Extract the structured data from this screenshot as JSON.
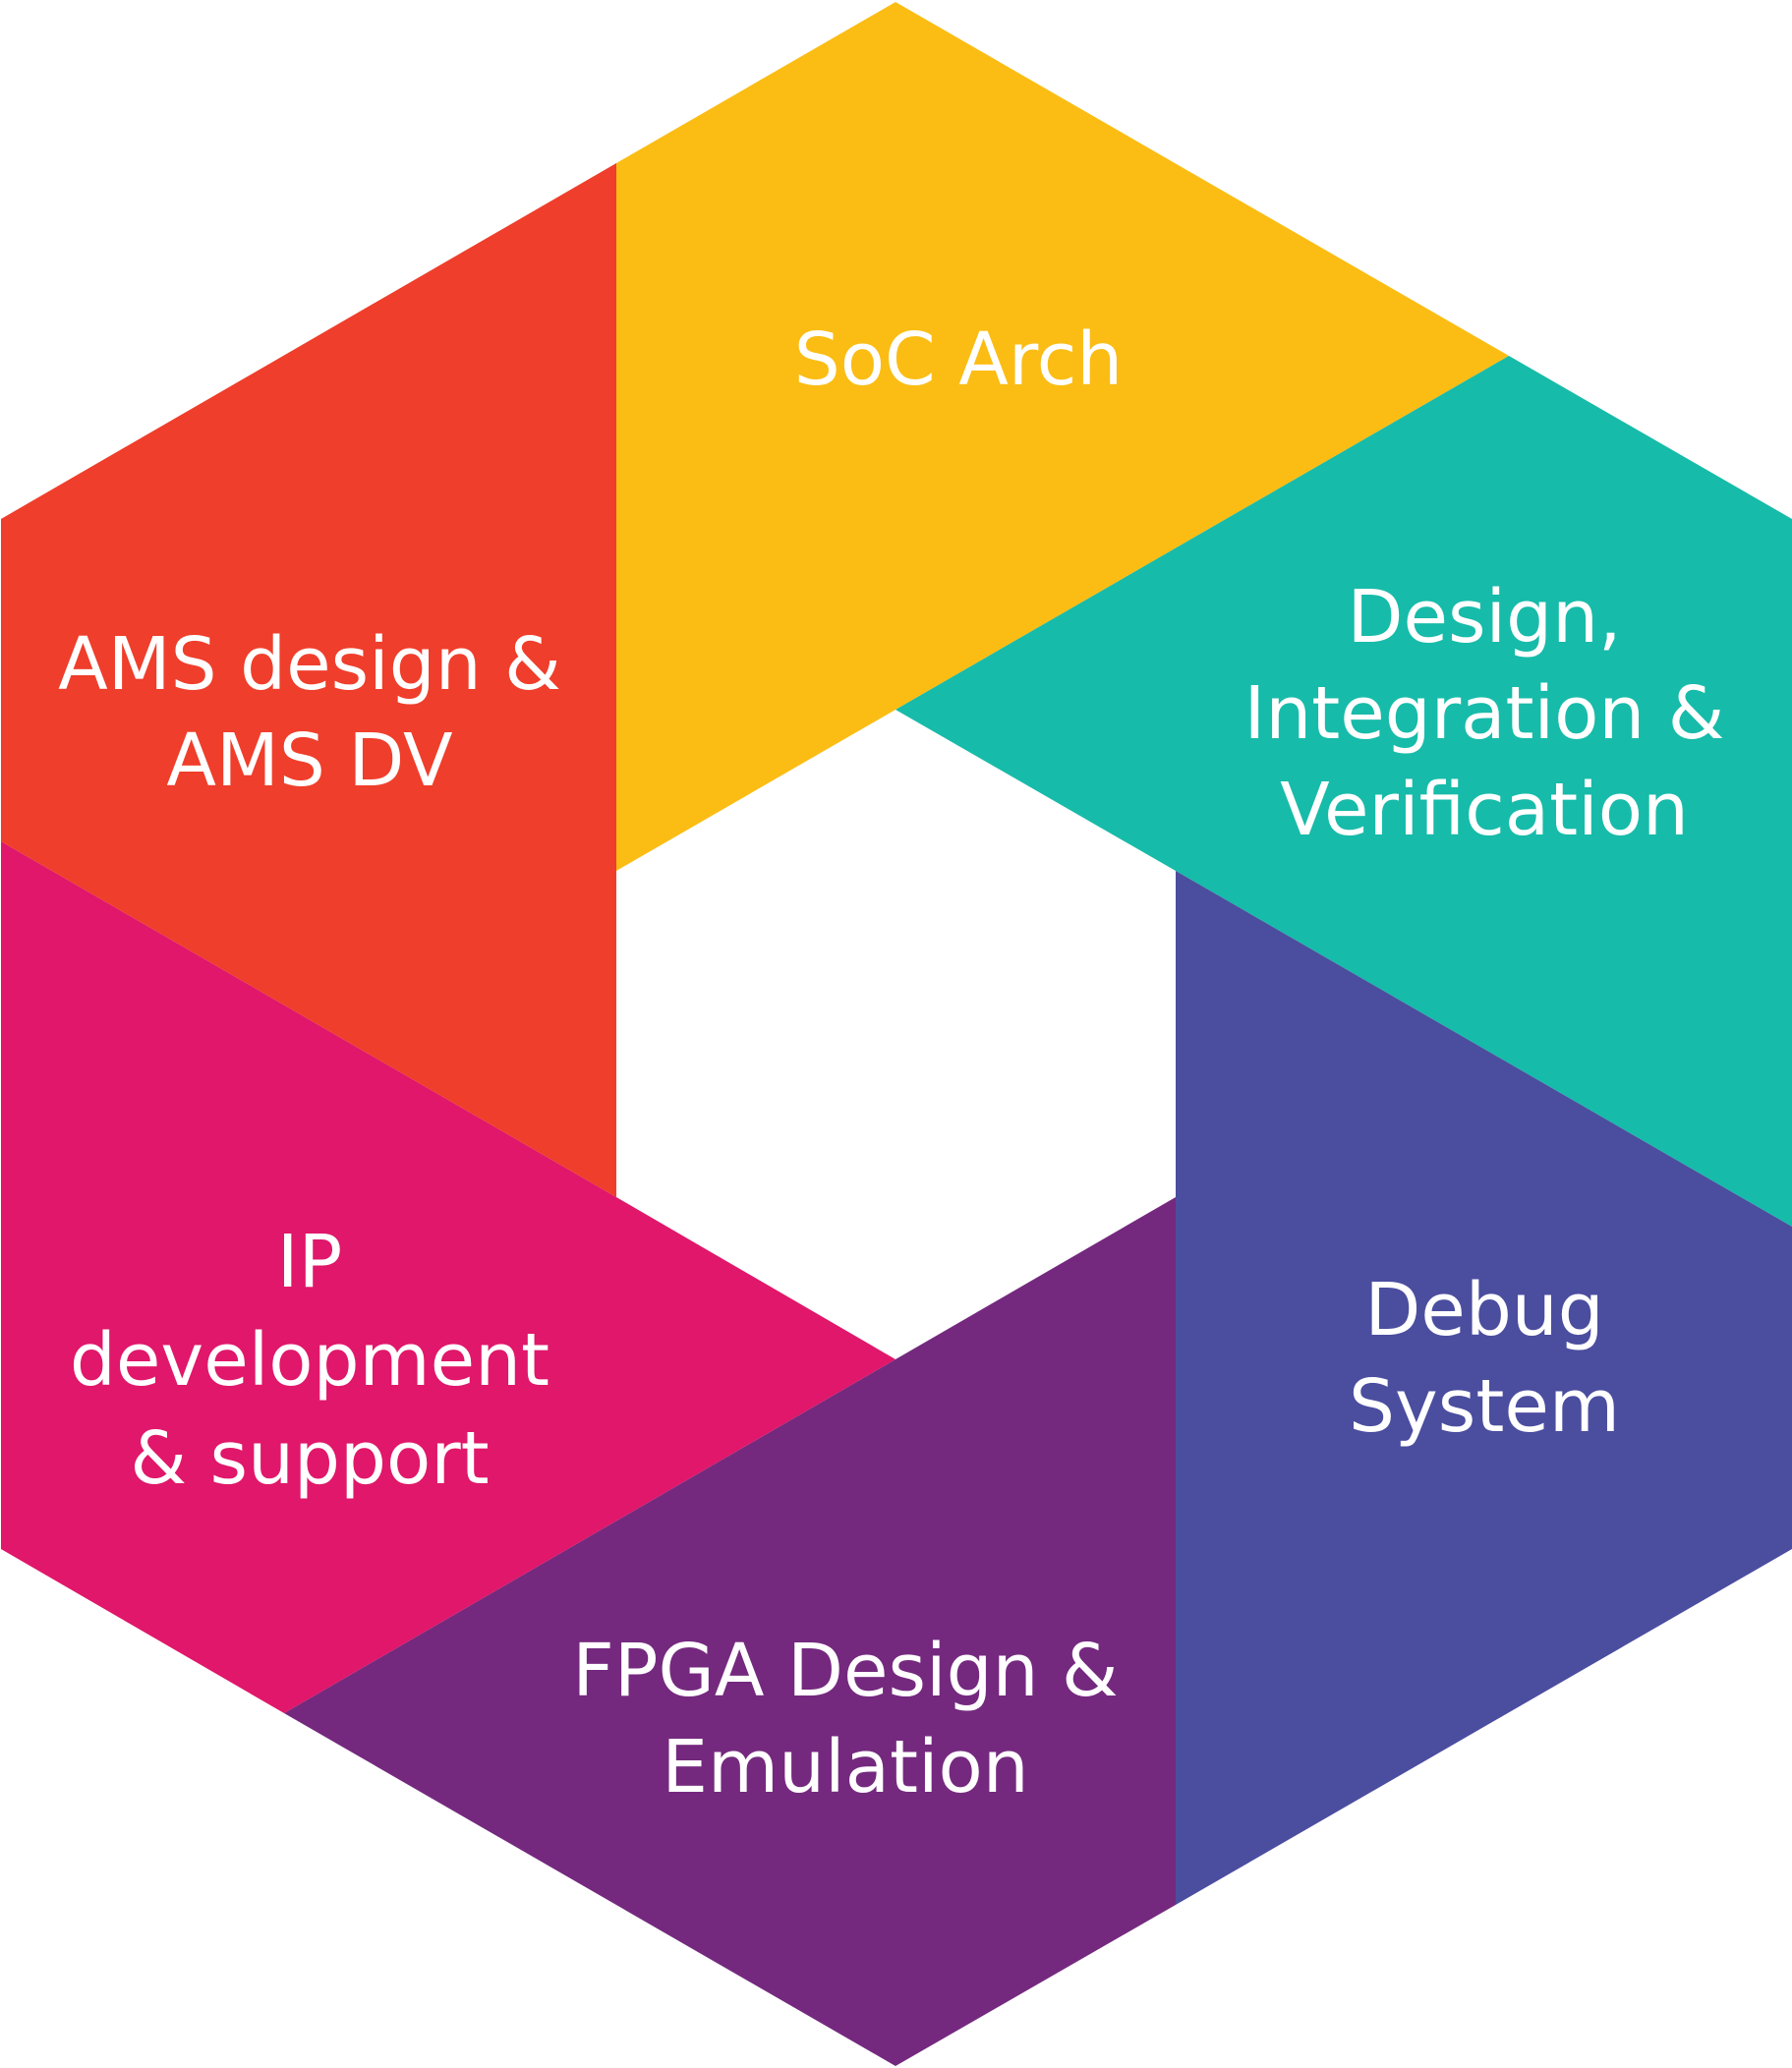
{
  "segments": [
    {
      "id": "soc-arch",
      "lines": [
        "SoC Arch"
      ],
      "color": "#FBBD14"
    },
    {
      "id": "design-integration-verification",
      "lines": [
        "Design,",
        "Integration &",
        "Verification"
      ],
      "color": "#17BBA9"
    },
    {
      "id": "debug-system",
      "lines": [
        "Debug",
        "System"
      ],
      "color": "#4B4D9F"
    },
    {
      "id": "fpga-design-emulation",
      "lines": [
        "FPGA Design &",
        "Emulation"
      ],
      "color": "#74297E"
    },
    {
      "id": "ip-development-support",
      "lines": [
        "IP",
        "development",
        "& support"
      ],
      "color": "#E0176A"
    },
    {
      "id": "ams-design-dv",
      "lines": [
        "AMS design &",
        "AMS DV"
      ],
      "color": "#EF3E2B"
    }
  ]
}
